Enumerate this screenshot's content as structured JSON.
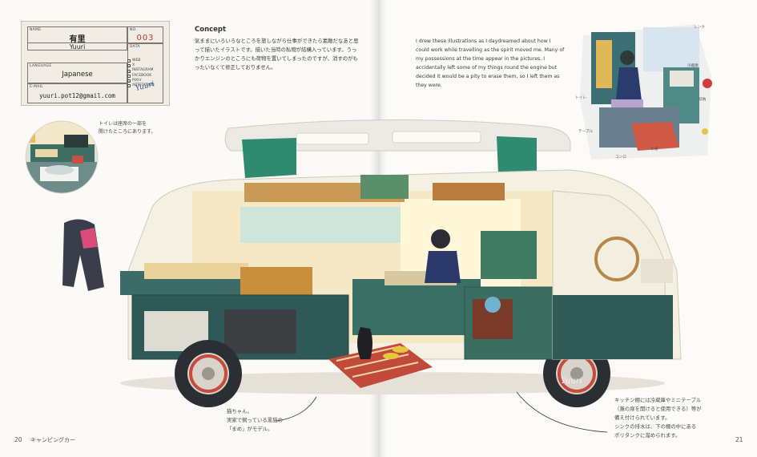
{
  "profile_card": {
    "name_label": "NAME",
    "name_jp": "有里",
    "name_en": "Yuuri",
    "no_label": "NO.",
    "no_value": "003",
    "language_label": "LANGUAGE",
    "language_value": "Japanese",
    "data_label": "DATA",
    "sns": [
      {
        "label": "WEB",
        "checked": false
      },
      {
        "label": "X",
        "checked": true
      },
      {
        "label": "INSTAGRAM",
        "checked": true
      },
      {
        "label": "FACEBOOK",
        "checked": false
      },
      {
        "label": "PIXIV",
        "checked": true
      },
      {
        "label": "ARTSTATION",
        "checked": false
      }
    ],
    "check_mark": "✓",
    "email_label": "E-MAIL",
    "email_value": "yuuri.pot12@gmail.com",
    "signature": "Yuuri"
  },
  "concept": {
    "title": "Concept",
    "text_jp": "気ままにいろいろなところを旅しながら仕事ができたら素敵だなあと思って描いたイラストです。描いた当時の私物が結構入っています。うっかりエンジンのところにも荷物を置いてしまったのですが、消すのがもったいなくて修正しておりません。",
    "text_en": "I drew these illustrations as I daydreamed about how I could work while travelling as the spirit moved me. Many of my possessions at the time appear in the pictures. I accidentally left some of my things round the engine but decided it would be a pity to erase them, so I left them as they were."
  },
  "annotations": {
    "toilet": "トイレは座席の一部を\n開けたところにあります。",
    "cat": "猫ちゃん。\n実家で飼っている黒猫の\n「まめ」がモデル。",
    "kitchen": "キッチン棚には冷蔵庫やミニテーブル\n（兼の扉を開けると使用できる）等が\n備え付けられています。\nシンクの排水は、下の棚の中にある\nポリタンクに溜められます。",
    "sketch_fridge": "冷蔵庫",
    "sketch_notes": [
      "トイレ",
      "テーブル",
      "コンロ",
      "本棚",
      "収納",
      "シンク"
    ]
  },
  "illustration": {
    "signature": "Yuuri"
  },
  "footer": {
    "left_page_number": "20",
    "section_name": "キャンピングカー",
    "right_page_number": "21"
  }
}
